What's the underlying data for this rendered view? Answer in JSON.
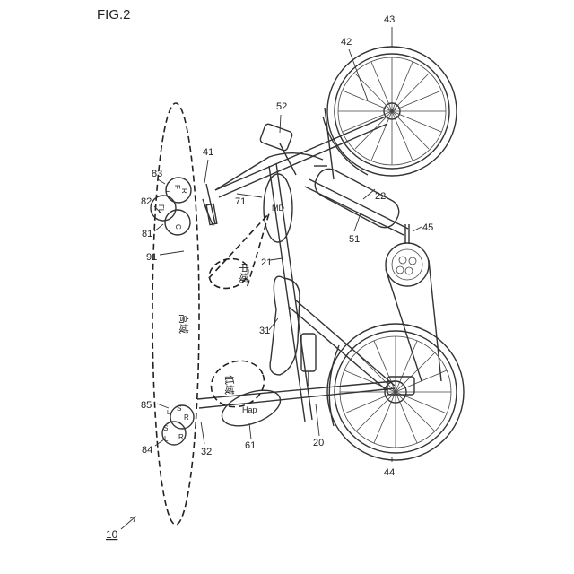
{
  "figure": {
    "label": "FIG.2"
  },
  "refs": {
    "r10": "10",
    "r20": "20",
    "r21": "21",
    "r22": "22",
    "r31": "31",
    "r32": "32",
    "r41": "41",
    "r42": "42",
    "r43": "43",
    "r44": "44",
    "r45": "45",
    "r51": "51",
    "r52": "52",
    "r61": "61",
    "r71": "71",
    "r81": "81",
    "r82": "82",
    "r83": "83",
    "r84": "84",
    "r85": "85",
    "r91": "91"
  },
  "zones": {
    "high": "高域",
    "mid": "中域",
    "low": "低域"
  },
  "module_labels": {
    "md": "MD",
    "hap": "Hap"
  },
  "speaker_letters": {
    "front_c": "C",
    "front_fl": "FL",
    "front_l": "L",
    "front_f": "F",
    "front_r": "R",
    "rear_s_top": "S",
    "rear_l_top": "L",
    "rear_s": "S",
    "rear_r": "R",
    "rear_l": "L",
    "rear_r2": "R"
  }
}
